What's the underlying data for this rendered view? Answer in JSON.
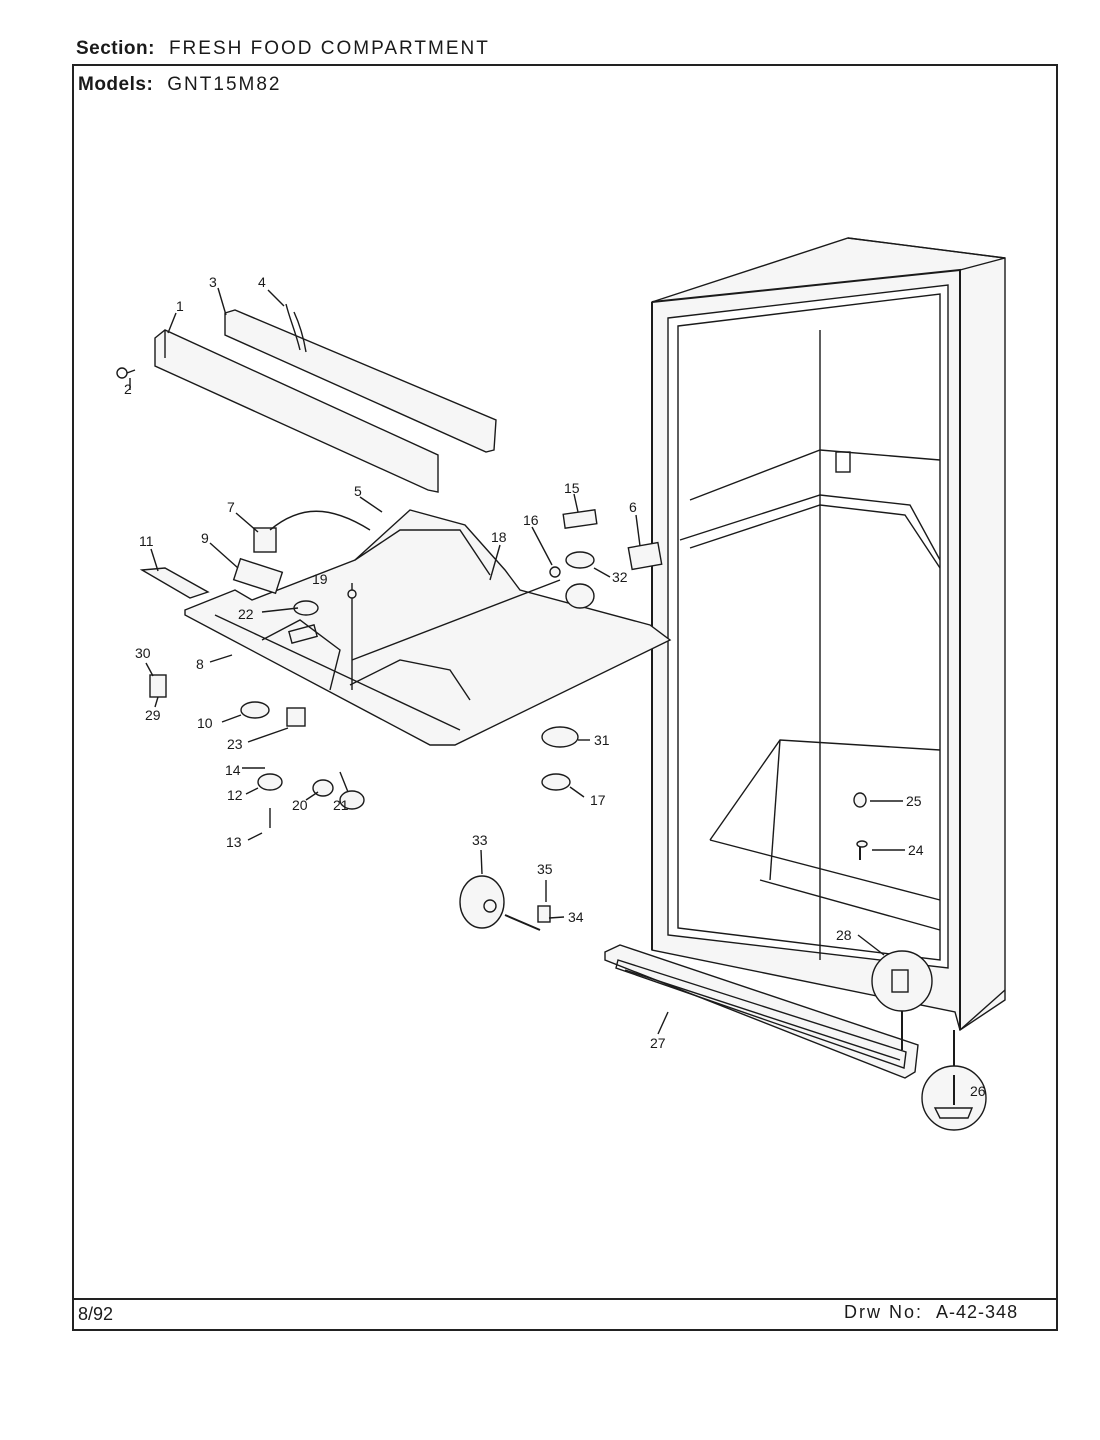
{
  "header": {
    "section_label": "Section:",
    "section_value": "FRESH FOOD COMPARTMENT",
    "models_label": "Models:",
    "models_value": "GNT15M82"
  },
  "footer": {
    "date": "8/92",
    "drawing_label": "Drw No:",
    "drawing_number": "A-42-348"
  },
  "callouts": [
    "1",
    "2",
    "3",
    "4",
    "5",
    "6",
    "7",
    "8",
    "9",
    "10",
    "11",
    "12",
    "13",
    "14",
    "15",
    "16",
    "17",
    "18",
    "19",
    "20",
    "21",
    "22",
    "23",
    "24",
    "25",
    "26",
    "27",
    "28",
    "29",
    "30",
    "31",
    "32",
    "33",
    "34",
    "35"
  ]
}
